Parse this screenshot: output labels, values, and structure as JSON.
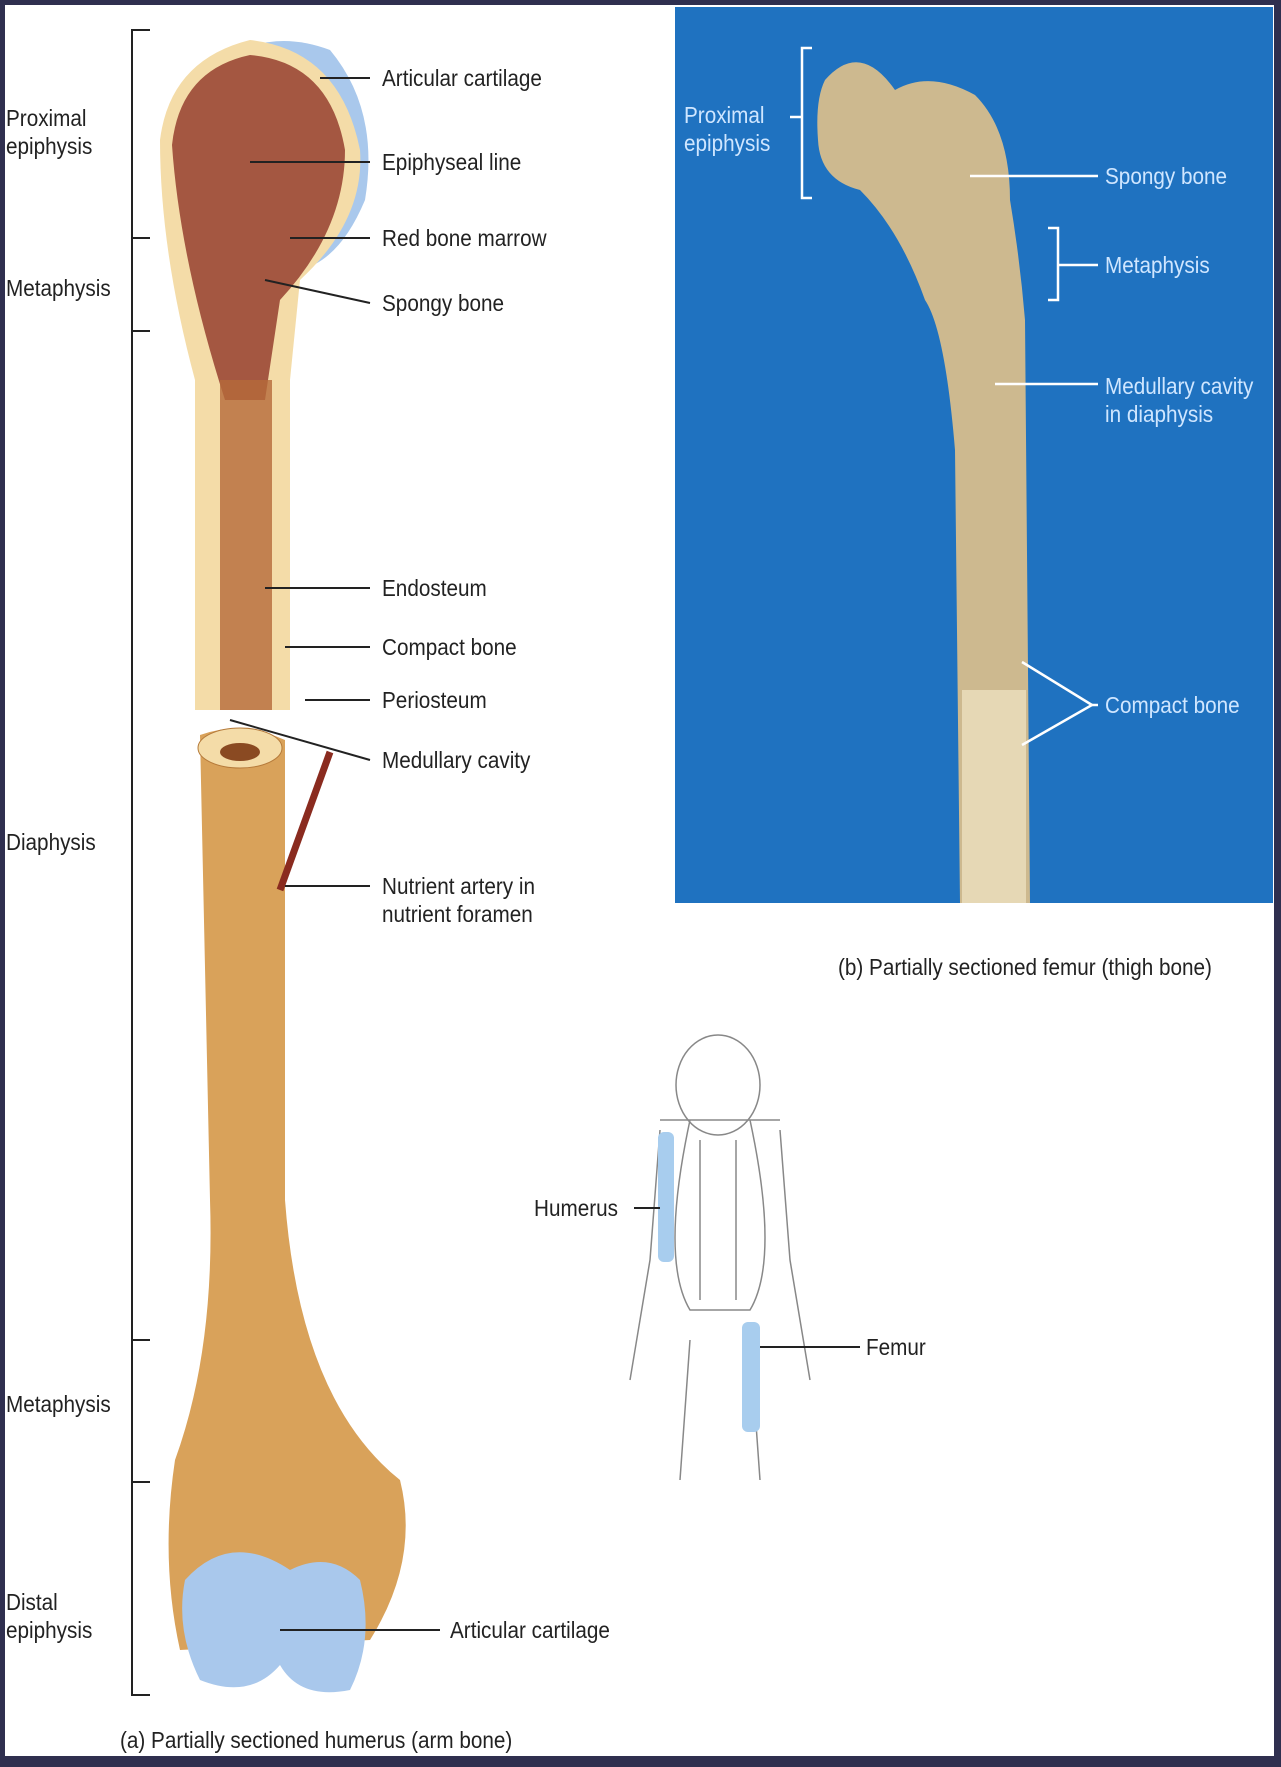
{
  "humerus": {
    "caption": "(a) Partially sectioned humerus (arm bone)",
    "regions": [
      "Proximal epiphysis",
      "Metaphysis",
      "Diaphysis",
      "Metaphysis",
      "Distal epiphysis"
    ],
    "proximal_1": "Proximal",
    "proximal_2": "epiphysis",
    "distal_1": "Distal",
    "distal_2": "epiphysis",
    "labels": {
      "articular_cartilage_top": "Articular cartilage",
      "epiphyseal_line": "Epiphyseal line",
      "red_bone_marrow": "Red bone marrow",
      "spongy_bone": "Spongy  bone",
      "endosteum": "Endosteum",
      "compact_bone": "Compact bone",
      "periosteum": "Periosteum",
      "medullary_cavity": "Medullary cavity",
      "nutrient_1": "Nutrient artery in",
      "nutrient_2": "nutrient foramen",
      "articular_cartilage_bottom": "Articular cartilage"
    }
  },
  "femur": {
    "caption": "(b) Partially sectioned femur (thigh bone)",
    "proximal_1": "Proximal",
    "proximal_2": "epiphysis",
    "spongy_bone": "Spongy bone",
    "metaphysis": "Metaphysis",
    "medullary_1": "Medullary cavity",
    "medullary_2": "in diaphysis",
    "compact_bone": "Compact bone"
  },
  "skeleton": {
    "humerus": "Humerus",
    "femur": "Femur"
  },
  "colors": {
    "frame": "#2f2f4f",
    "photo_bg": "#1f72c0",
    "bone": "#d9a25a",
    "cartilage": "#a9c8ec",
    "marrow": "#8a2b1f",
    "highlight": "#a8cdee"
  }
}
